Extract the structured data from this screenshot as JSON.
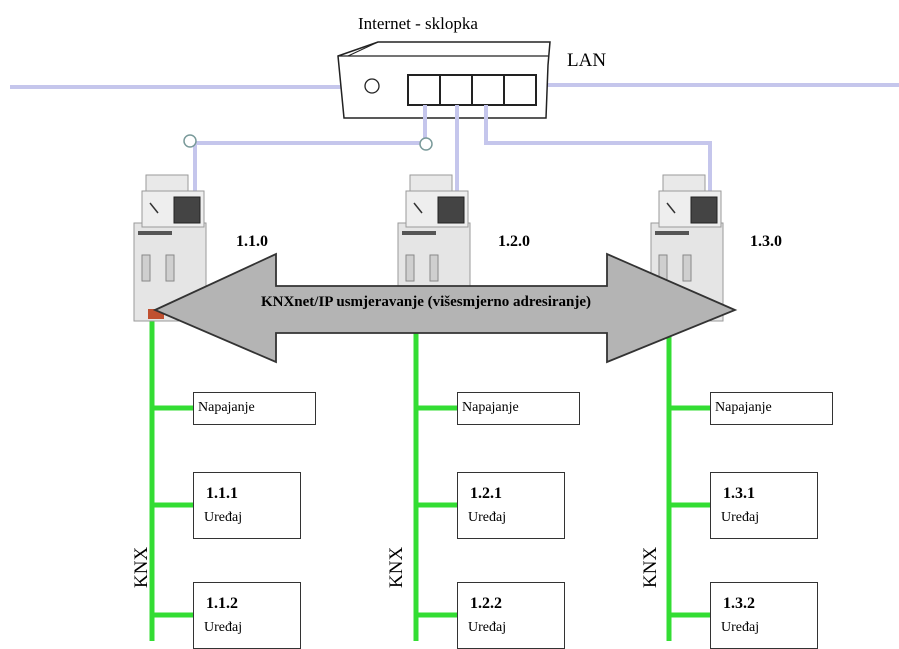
{
  "router": {
    "title": "Internet - sklopka"
  },
  "network": {
    "lan_label": "LAN",
    "routing_label": "KNXnet/IP usmjeravanje (višesmjerno adresiranje)"
  },
  "colors": {
    "bus_green": "#33dd33",
    "lan_lavender": "#c5c6ec",
    "arrow_gray": "#b4b4b4"
  },
  "lines": [
    {
      "coupler": "1.1.0",
      "bus_label": "KNX",
      "power_label": "Napajanje",
      "devices": [
        {
          "address": "1.1.1",
          "name": "Uređaj"
        },
        {
          "address": "1.1.2",
          "name": "Uređaj"
        }
      ]
    },
    {
      "coupler": "1.2.0",
      "bus_label": "KNX",
      "power_label": "Napajanje",
      "devices": [
        {
          "address": "1.2.1",
          "name": "Uređaj"
        },
        {
          "address": "1.2.2",
          "name": "Uređaj"
        }
      ]
    },
    {
      "coupler": "1.3.0",
      "bus_label": "KNX",
      "power_label": "Napajanje",
      "devices": [
        {
          "address": "1.3.1",
          "name": "Uređaj"
        },
        {
          "address": "1.3.2",
          "name": "Uređaj"
        }
      ]
    }
  ]
}
